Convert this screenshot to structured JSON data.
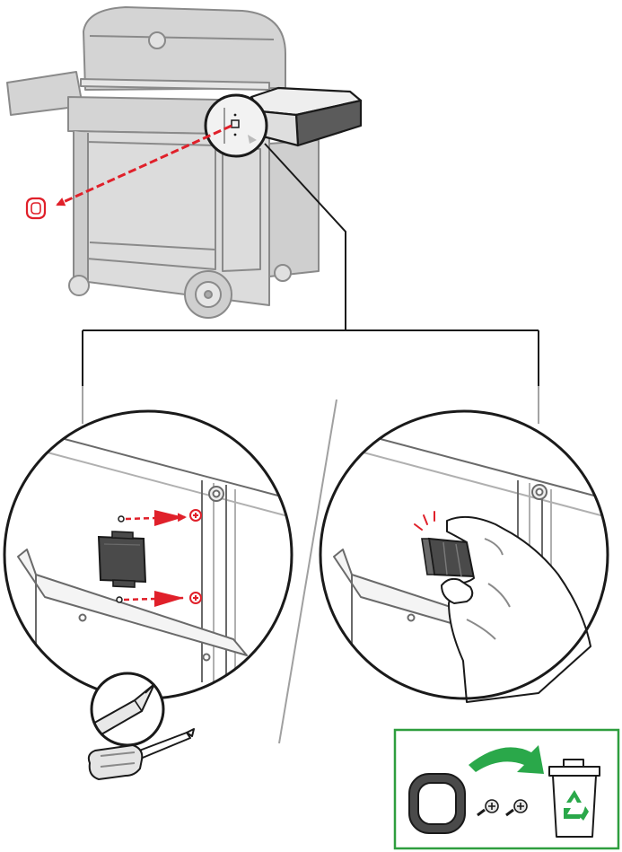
{
  "colors": {
    "accent_red": "#e0202a",
    "recycle_green": "#2aa84a",
    "frame_green": "#2e9e3e",
    "outline": "#1a1a1a",
    "ghost_fill": "#d4d4d4",
    "ghost_stroke": "#8a8a8a",
    "part_dark": "#4a4a4a"
  },
  "icons": {
    "grill": "grill-illustration",
    "magnifier": "magnifier-circle",
    "screw": "screw-icon",
    "bracket": "mounting-bracket",
    "hand": "hand-pinch",
    "screwdriver": "phillips-screwdriver-icon",
    "bin": "recycle-bin-icon",
    "arrow": "curved-arrow-icon",
    "grommet": "grommet-icon"
  },
  "steps": [
    {
      "id": "remove-screws",
      "action": "unscrew"
    },
    {
      "id": "remove-bracket",
      "action": "pull"
    },
    {
      "id": "recycle-parts",
      "action": "discard"
    }
  ]
}
